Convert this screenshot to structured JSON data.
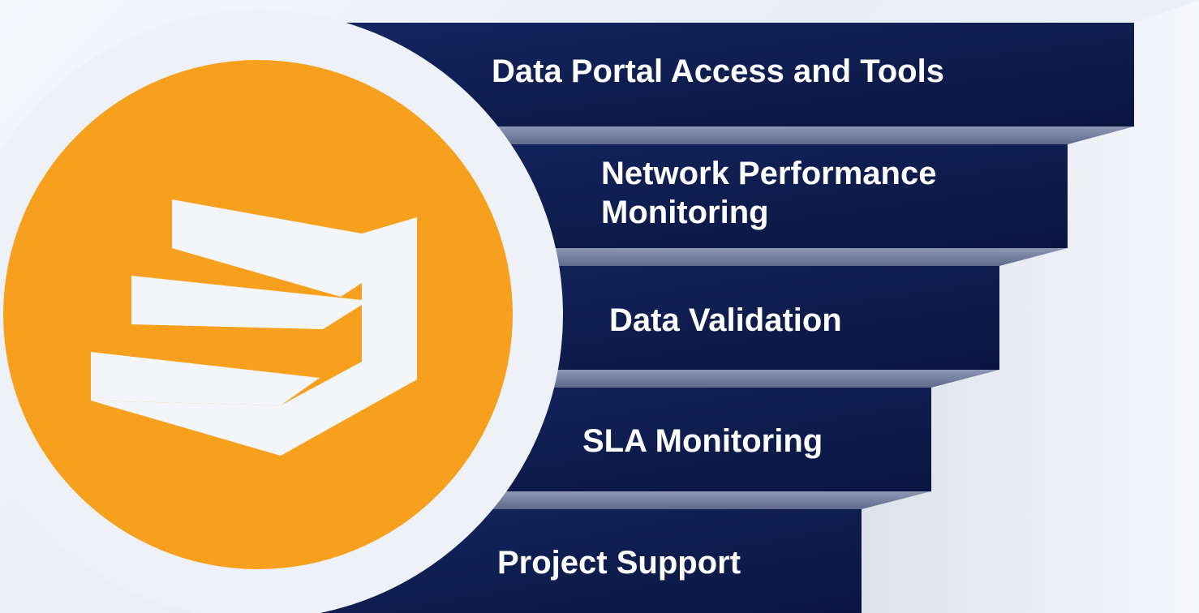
{
  "steps": [
    {
      "label": "Data Portal Access and Tools"
    },
    {
      "label": "Network Performance\nMonitoring"
    },
    {
      "label": "Data Validation"
    },
    {
      "label": "SLA Monitoring"
    },
    {
      "label": "Project Support"
    }
  ],
  "colors": {
    "step_fill": "#0d1b4d",
    "tread_fill": "#7b87a6",
    "logo_orange": "#f7a01e",
    "logo_ring": "#eef1f7",
    "logo_mark": "#f4f5f8"
  },
  "icons": {
    "logo": "stacked-steps-logo-icon"
  }
}
